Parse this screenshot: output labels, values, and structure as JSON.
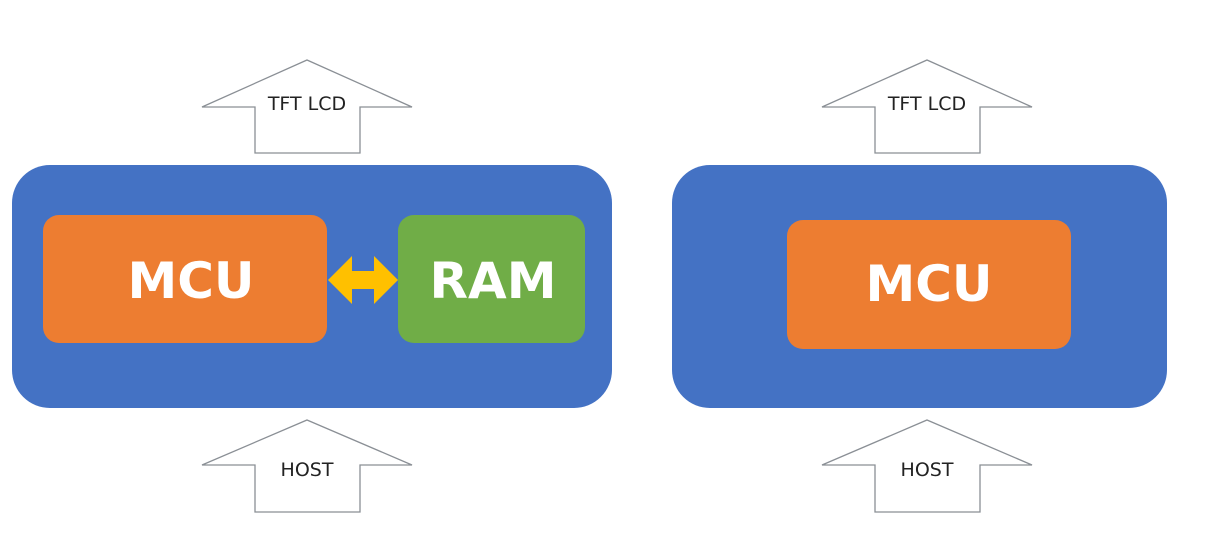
{
  "colors": {
    "container": "#4472c4",
    "mcu": "#ed7d31",
    "ram": "#70ad47",
    "bus_arrow": "#ffc000",
    "io_arrow_stroke": "#8a8f95"
  },
  "diagrams": [
    {
      "name": "with-external-ram",
      "output_arrow": {
        "label": "TFT LCD",
        "direction": "up"
      },
      "input_arrow": {
        "label": "HOST",
        "direction": "up"
      },
      "blocks": [
        {
          "label": "MCU",
          "type": "mcu"
        },
        {
          "label": "RAM",
          "type": "ram"
        }
      ],
      "connector": {
        "type": "bidirectional-arrow",
        "between": [
          "MCU",
          "RAM"
        ]
      }
    },
    {
      "name": "mcu-only",
      "output_arrow": {
        "label": "TFT LCD",
        "direction": "up"
      },
      "input_arrow": {
        "label": "HOST",
        "direction": "up"
      },
      "blocks": [
        {
          "label": "MCU",
          "type": "mcu"
        }
      ]
    }
  ]
}
